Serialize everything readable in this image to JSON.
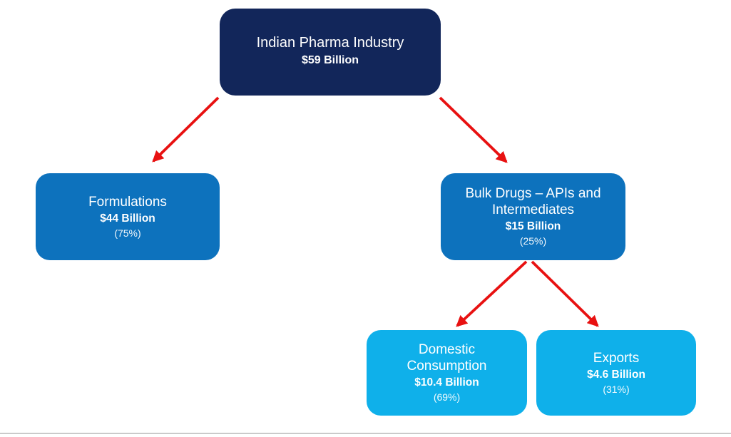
{
  "colors": {
    "root_box": "#12265A",
    "level2_box": "#0D72BD",
    "level3_box": "#0FB0EA",
    "arrow": "#E81111",
    "text": "#FFFFFF"
  },
  "nodes": {
    "root": {
      "label": "Indian Pharma Industry",
      "value": "$59 Billion"
    },
    "formulations": {
      "label": "Formulations",
      "value": "$44 Billion",
      "percent": "(75%)"
    },
    "bulk_drugs": {
      "label": "Bulk Drugs – APIs and Intermediates",
      "value": "$15 Billion",
      "percent": "(25%)"
    },
    "domestic_consumption": {
      "label": "Domestic Consumption",
      "value": "$10.4 Billion",
      "percent": "(69%)"
    },
    "exports": {
      "label": "Exports",
      "value": "$4.6 Billion",
      "percent": "(31%)"
    }
  },
  "edges": [
    {
      "from": "root",
      "to": "formulations"
    },
    {
      "from": "root",
      "to": "bulk_drugs"
    },
    {
      "from": "bulk_drugs",
      "to": "domestic_consumption"
    },
    {
      "from": "bulk_drugs",
      "to": "exports"
    }
  ]
}
